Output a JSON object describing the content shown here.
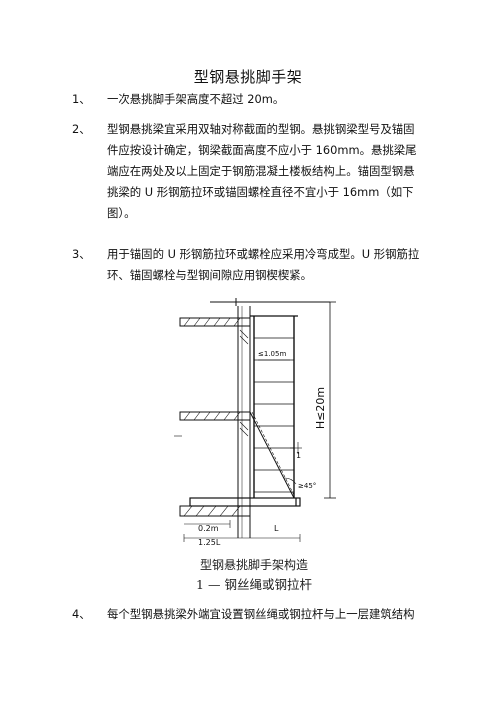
{
  "doc": {
    "title": "型钢悬挑脚手架",
    "items": [
      {
        "num": "1、",
        "lines": [
          "一次悬挑脚手架高度不超过 20m。"
        ]
      },
      {
        "num": "2、",
        "lines": [
          "型钢悬挑梁宜采用双轴对称截面的型钢。悬挑钢梁型号及锚固",
          "件应按设计确定，钢梁截面高度不应小于 160mm。悬挑梁尾",
          "端应在两处及以上固定于钢筋混凝土楼板结构上。锚固型钢悬",
          "挑梁的 U 形钢筋拉环或锚固螺栓直径不宜小于 16mm（如下",
          "图）。"
        ]
      },
      {
        "num": "3、",
        "lines": [
          "用于锚固的 U 形钢筋拉环或螺栓应采用冷弯成型。U 形钢筋拉",
          "环、锚固螺栓与型钢间隙应用钢楔楔紧。"
        ]
      },
      {
        "num": "4、",
        "lines": [
          "每个型钢悬挑梁外端宜设置钢丝绳或钢拉杆与上一层建筑结构"
        ]
      }
    ]
  },
  "figure": {
    "label_spacing": "≤1.05m",
    "label_height": "H≤20m",
    "label_angle": "≥45°",
    "label_1": "1",
    "label_gap": "0.2m",
    "label_len": "1.25L",
    "label_L": "L",
    "caption_1": "型钢悬挑脚手架构造",
    "caption_2": "1 — 钢丝绳或钢拉杆"
  }
}
